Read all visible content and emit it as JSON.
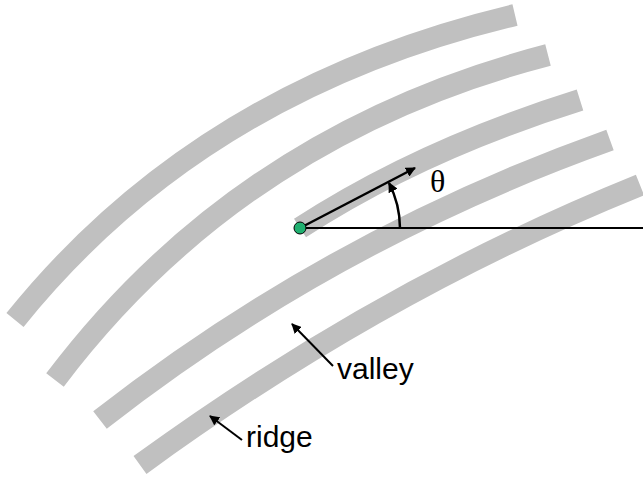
{
  "diagram": {
    "labels": [
      "θ",
      "valley",
      "ridge"
    ]
  }
}
